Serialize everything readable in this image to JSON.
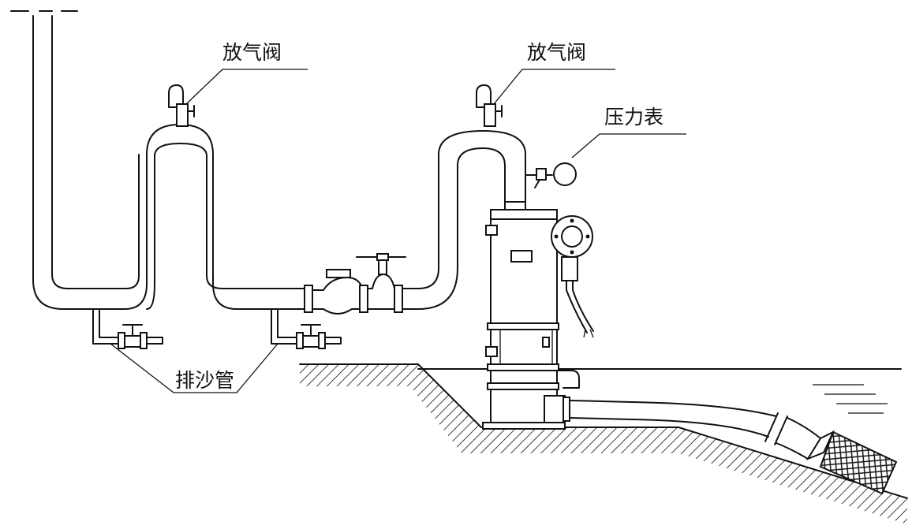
{
  "labels": {
    "vent_valve_left": "放气阀",
    "vent_valve_right": "放气阀",
    "pressure_gauge": "压力表",
    "sand_drain_pipe": "排沙管"
  },
  "colors": {
    "line": "#111111",
    "background": "#ffffff"
  }
}
